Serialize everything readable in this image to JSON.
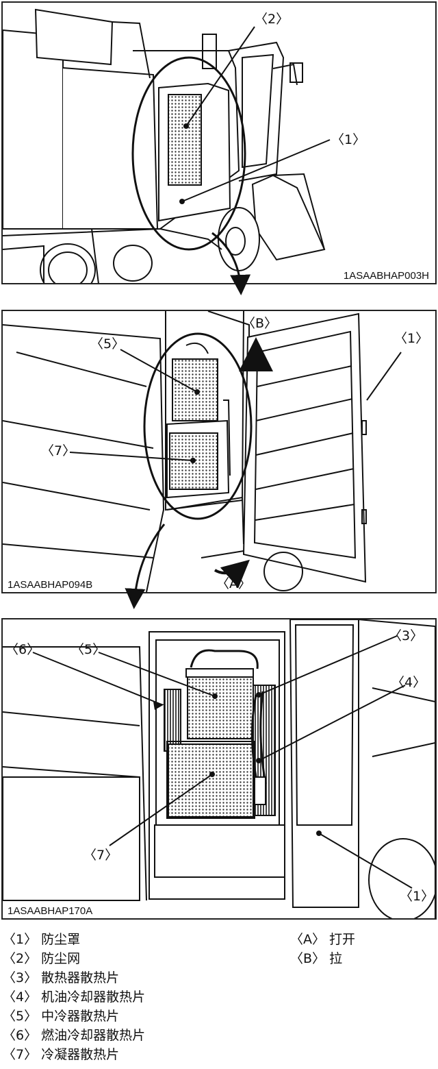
{
  "figures": [
    {
      "code": "1ASAABHAP003H",
      "callouts": [
        "〈2〉",
        "〈1〉"
      ]
    },
    {
      "code": "1ASAABHAP094B",
      "callouts": [
        "〈5〉",
        "〈7〉",
        "〈1〉",
        "〈B〉",
        "〈A〉"
      ]
    },
    {
      "code": "1ASAABHAP170A",
      "callouts": [
        "〈6〉",
        "〈5〉",
        "〈3〉",
        "〈4〉",
        "〈7〉",
        "〈1〉"
      ]
    }
  ],
  "legend": {
    "left": [
      {
        "key": "〈1〉",
        "text": "防尘罩"
      },
      {
        "key": "〈2〉",
        "text": "防尘网"
      },
      {
        "key": "〈3〉",
        "text": "散热器散热片"
      },
      {
        "key": "〈4〉",
        "text": "机油冷却器散热片"
      },
      {
        "key": "〈5〉",
        "text": "中冷器散热片"
      },
      {
        "key": "〈6〉",
        "text": "燃油冷却器散热片"
      },
      {
        "key": "〈7〉",
        "text": "冷凝器散热片"
      }
    ],
    "right": [
      {
        "key": "〈A〉",
        "text": "打开"
      },
      {
        "key": "〈B〉",
        "text": "拉"
      }
    ]
  }
}
